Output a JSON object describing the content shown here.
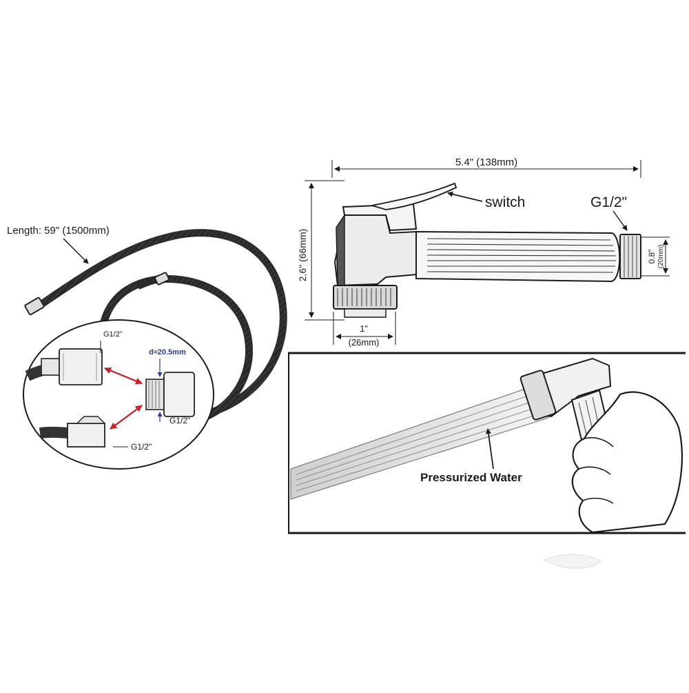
{
  "hose": {
    "length_label": "Length: 59\" (1500mm)"
  },
  "inset": {
    "top_g_label": "G1/2\"",
    "diameter_label": "d≈20.5mm",
    "adapter_g_label": "G1/2\"",
    "bottom_g_label": "G1/2\""
  },
  "sprayer": {
    "width_label": "5.4\" (138mm)",
    "height_label": "2.6\" (66mm)",
    "switch_label": "switch",
    "thread_label": "G1/2\"",
    "thread_inch_label": "0.8\"",
    "thread_mm_label": "(20mm)",
    "base_inch_label": "1\"",
    "base_mm_label": "(26mm)"
  },
  "usage": {
    "water_label": "Pressurized Water"
  },
  "colors": {
    "ink": "#1a1a1a",
    "arrow_red": "#c8242b",
    "diameter_blue": "#2a3aa8"
  }
}
